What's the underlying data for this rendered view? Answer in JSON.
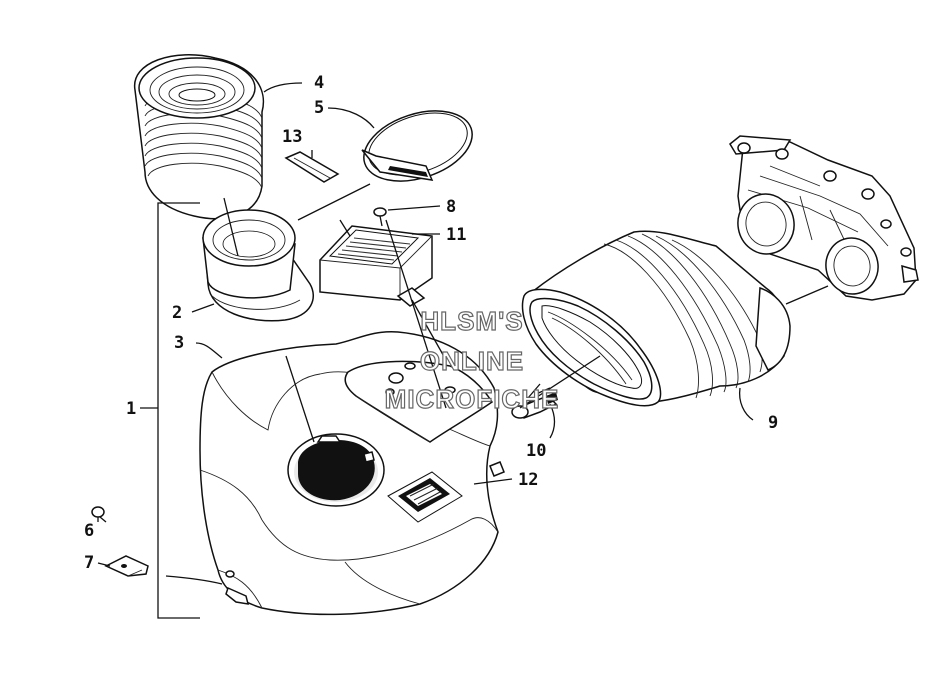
{
  "diagram": {
    "callouts": [
      {
        "id": "1",
        "label": "1"
      },
      {
        "id": "2",
        "label": "2"
      },
      {
        "id": "3",
        "label": "3"
      },
      {
        "id": "4",
        "label": "4"
      },
      {
        "id": "5",
        "label": "5"
      },
      {
        "id": "6",
        "label": "6"
      },
      {
        "id": "7",
        "label": "7"
      },
      {
        "id": "8",
        "label": "8"
      },
      {
        "id": "9",
        "label": "9"
      },
      {
        "id": "10",
        "label": "10"
      },
      {
        "id": "11",
        "label": "11"
      },
      {
        "id": "12",
        "label": "12"
      },
      {
        "id": "13",
        "label": "13"
      }
    ],
    "watermark": {
      "line1": "HLSM'S",
      "line2": "ONLINE",
      "line3": "MICROFICHE"
    }
  }
}
